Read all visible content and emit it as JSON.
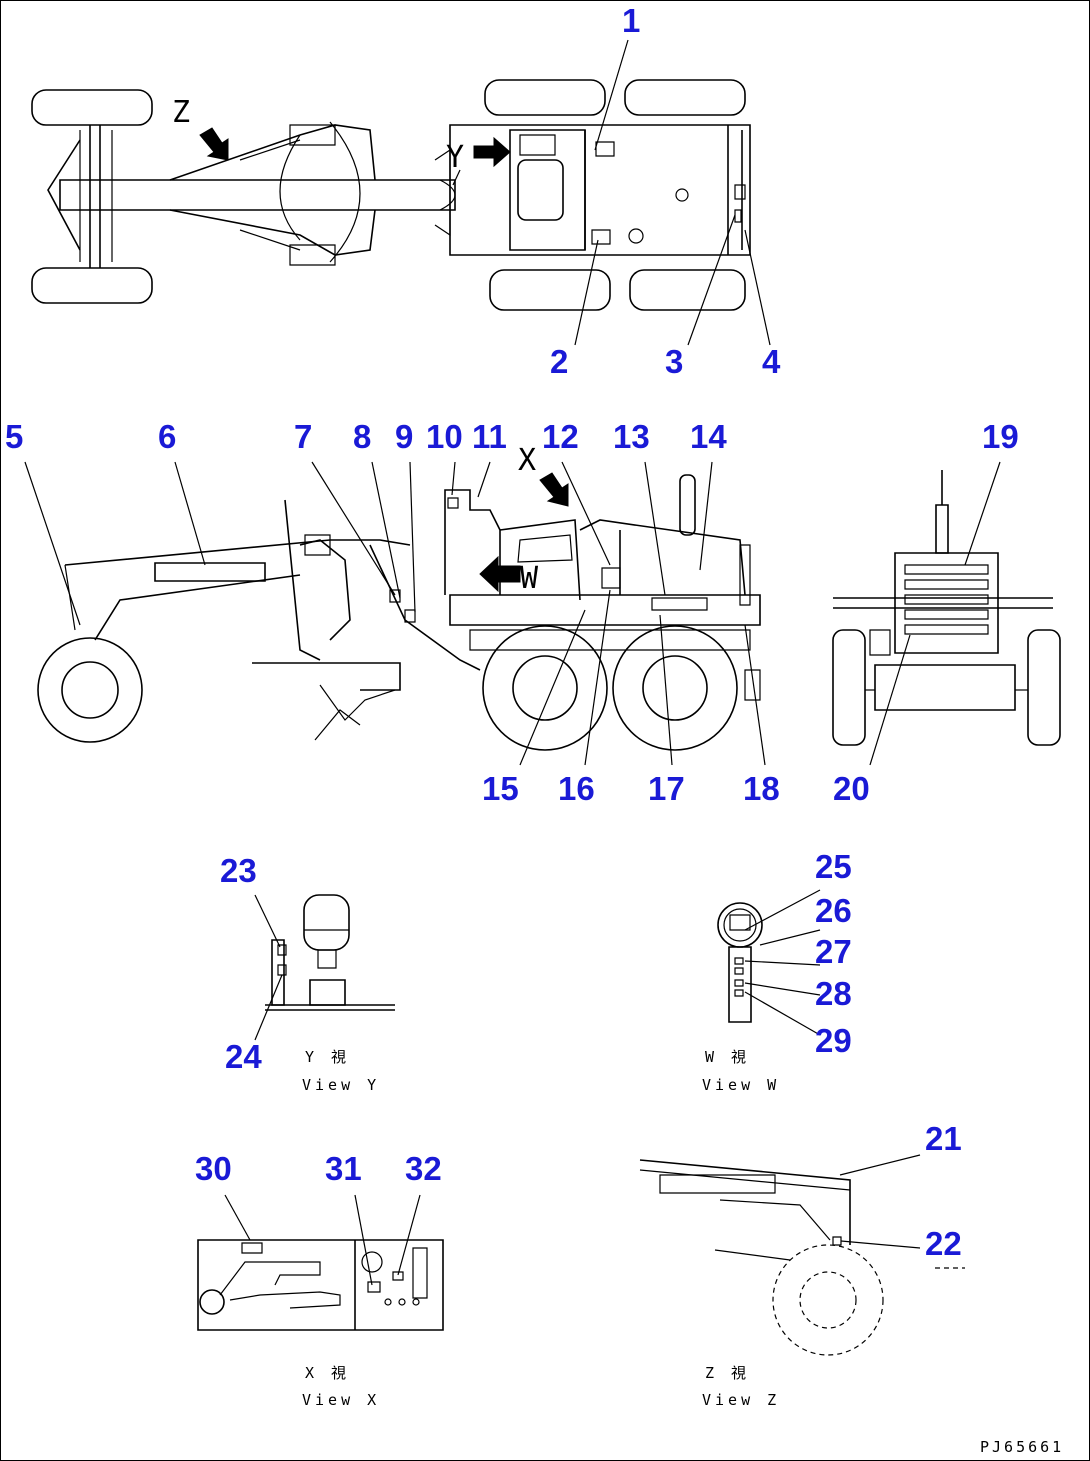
{
  "callouts": [
    "1",
    "2",
    "3",
    "4",
    "5",
    "6",
    "7",
    "8",
    "9",
    "10",
    "11",
    "12",
    "13",
    "14",
    "15",
    "16",
    "17",
    "18",
    "19",
    "20",
    "21",
    "22",
    "23",
    "24",
    "25",
    "26",
    "27",
    "28",
    "29",
    "30",
    "31",
    "32"
  ],
  "view_letters": {
    "z": "Z",
    "y": "Y",
    "x": "X",
    "w": "W"
  },
  "captions": {
    "view_y_jp": "Y 視",
    "view_y": "View Y",
    "view_w_jp": "W 視",
    "view_w": "View W",
    "view_x_jp": "X 視",
    "view_x": "View X",
    "view_z_jp": "Z 視",
    "view_z": "View Z"
  },
  "doc_id": "PJ65661",
  "colors": {
    "callout": "#1a1ad6",
    "line": "#000000",
    "background": "#ffffff"
  }
}
